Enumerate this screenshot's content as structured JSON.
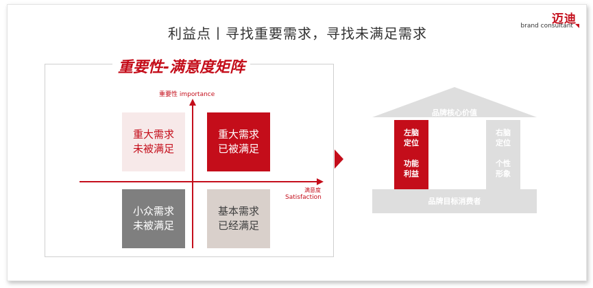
{
  "header": {
    "title": "利益点丨寻找重要需求，寻找未满足需求",
    "logo_cn": "迈迪",
    "logo_en": "brand consultant"
  },
  "matrix": {
    "title": "重要性-满意度矩阵",
    "y_axis_label": "重要性 importance",
    "x_axis_label_cn": "满意度",
    "x_axis_label_en": "Satisfaction",
    "quadrants": [
      {
        "line1": "重大需求",
        "line2": "未被满足"
      },
      {
        "line1": "重大需求",
        "line2": "已被满足"
      },
      {
        "line1": "小众需求",
        "line2": "未被满足"
      },
      {
        "line1": "基本需求",
        "line2": "已经满足"
      }
    ]
  },
  "house": {
    "roof_label": "品牌核心价值",
    "left_pillar": {
      "top1": "左脑",
      "top2": "定位",
      "bottom1": "功能",
      "bottom2": "利益"
    },
    "right_pillar": {
      "top1": "右脑",
      "top2": "定位",
      "bottom1": "个性",
      "bottom2": "形象"
    },
    "base_label": "品牌目标消费者"
  },
  "colors": {
    "accent": "#c40d1a",
    "light_pink": "#f7e9e9",
    "gray": "#7f7f7f",
    "beige": "#d9d0cb",
    "light_gray": "#dedede"
  }
}
